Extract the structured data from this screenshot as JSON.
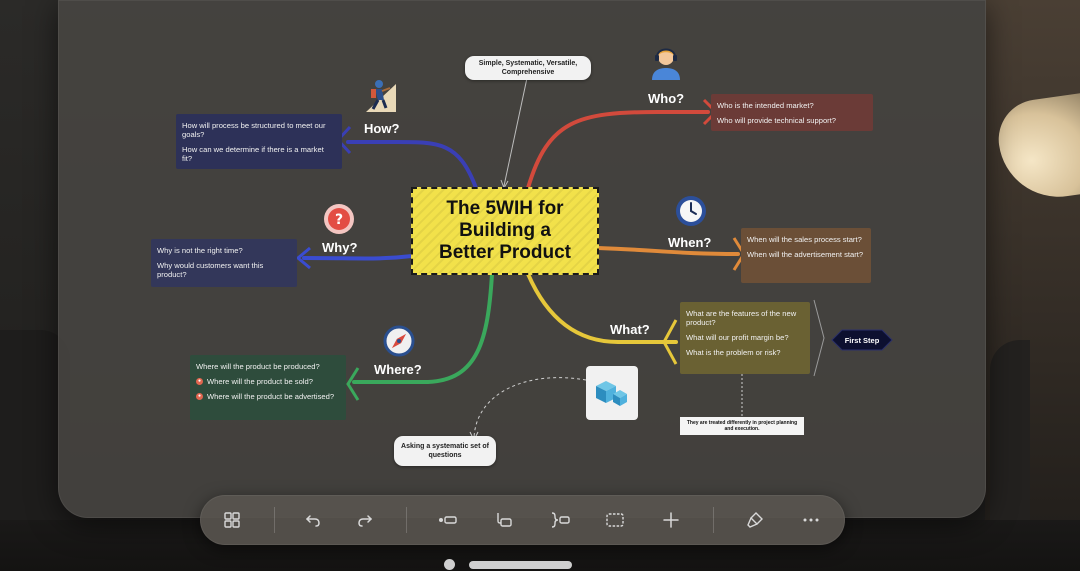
{
  "central_topic": {
    "line1": "The 5WIH for",
    "line2": "Building a",
    "line3": "Better Product"
  },
  "callout_top": {
    "line1": "Simple,  Systematic, Versatile,",
    "line2": "Comprehensive"
  },
  "callout_bottom": {
    "line1": "Asking a systematic set of",
    "line2": "questions"
  },
  "branches": {
    "how": {
      "label": "How?",
      "color": "#3a3fb5",
      "items": [
        "How will process be structured to meet our goals?",
        "How can we determine if there is a market fit?"
      ]
    },
    "why": {
      "label": "Why?",
      "color": "#3a4cd0",
      "items": [
        "Why is not the right time?",
        "Why would customers want this product?"
      ]
    },
    "where": {
      "label": "Where?",
      "color": "#3aa85c",
      "items": [
        "Where will the product be produced?",
        "Where will the product be sold?",
        "Where will the product be advertised?"
      ]
    },
    "who": {
      "label": "Who?",
      "color": "#d24a3c",
      "items": [
        "Who is the intended market?",
        "Who will provide technical support?"
      ]
    },
    "when": {
      "label": "When?",
      "color": "#e08a3a",
      "items": [
        "When will the sales process start?",
        "When will the advertisement start?"
      ]
    },
    "what": {
      "label": "What?",
      "color": "#e6c73a",
      "items": [
        "What are the features of the new product?",
        "What will our profit margin be?",
        "What is the problem or risk?"
      ]
    }
  },
  "first_step": "First Step",
  "note_what": {
    "line1": "They are treated differently in project planning",
    "line2": "and execution."
  },
  "icons": {
    "how": "climber-icon",
    "why": "question-mark-icon",
    "where": "compass-icon",
    "who": "support-agent-icon",
    "when": "clock-icon",
    "cube": "cubes-icon"
  },
  "toolbar": {
    "items": [
      "grid-icon",
      "undo-icon",
      "redo-icon",
      "add-sibling-icon",
      "add-child-icon",
      "summary-icon",
      "boundary-icon",
      "add-icon",
      "format-painter-icon",
      "more-icon"
    ]
  }
}
